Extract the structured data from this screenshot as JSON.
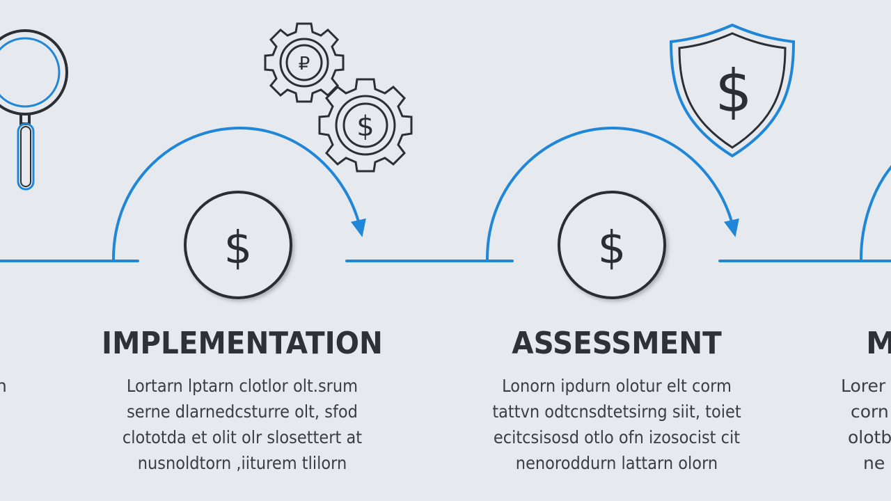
{
  "colors": {
    "background": "#e6e9ee",
    "timeline_blue": "#1f86d8",
    "icon_stroke": "#2b2f33",
    "title_text": "#2e3236",
    "body_text": "#3a3e44"
  },
  "stages": [
    {
      "title": "IMPLEMENTATION",
      "icon": "dollar-coin-icon",
      "coin_symbol": "$",
      "body": [
        "Lortarn lptarn clotlor olt.srum",
        "serne dlarnedcsturre olt, sfod",
        "clototda et olit olr slosettert at",
        "nusnoldtorn ,iiturem tlilorn"
      ]
    },
    {
      "title": "ASSESSMENT",
      "icon": "dollar-coin-icon",
      "coin_symbol": "$",
      "body": [
        "Lonorn ipdurn olotur elt corm",
        "tattvn odtcnsdtetsirng siit, toiet",
        "ecitcsisosd otlo ofn izosocist cit",
        "nenoroddurn lattarn olorn"
      ]
    }
  ],
  "partial_left": {
    "icon": "magnifying-glass-icon",
    "body": [
      "n",
      "",
      "",
      ""
    ]
  },
  "partial_right": {
    "title": "M",
    "body": [
      "Lorer",
      "corn",
      "olotb",
      "ne"
    ]
  },
  "decorations": {
    "gears_icon": "gears-icon",
    "gear_small_symbol": "₽",
    "gear_large_symbol": "$",
    "shield_icon": "shield-dollar-icon",
    "shield_symbol": "$"
  }
}
